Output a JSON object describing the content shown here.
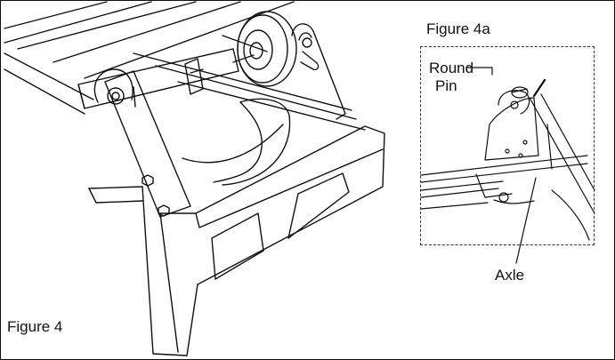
{
  "figure_main": {
    "label": "Figure 4"
  },
  "figure_inset": {
    "label": "Figure 4a"
  },
  "callouts": {
    "round_pin": [
      "Round",
      "Pin"
    ],
    "axle": "Axle"
  },
  "colors": {
    "line": "#111111",
    "paper": "#ffffff",
    "shade": "#f3f3f3"
  }
}
